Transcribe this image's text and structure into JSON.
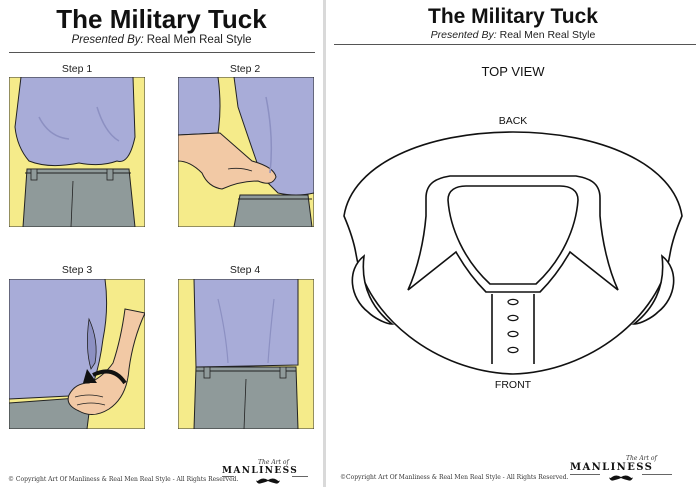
{
  "left": {
    "title": "The Military Tuck",
    "presented_label": "Presented By:",
    "presented_by": "Real Men Real Style",
    "steps": [
      {
        "label": "Step 1"
      },
      {
        "label": "Step 2"
      },
      {
        "label": "Step 3"
      },
      {
        "label": "Step 4"
      }
    ],
    "copyright": "© Copyright Art Of Manliness & Real Men Real Style - All Rights Reserved.",
    "brand": "MANLINESS",
    "brand_script": "The Art of"
  },
  "right": {
    "title": "The Military Tuck",
    "presented_label": "Presented By:",
    "presented_by": "Real Men Real Style",
    "top_view": "TOP VIEW",
    "back": "BACK",
    "front": "FRONT",
    "copyright": "©Copyright Art Of Manliness & Real Men Real Style - All Rights Reserved.",
    "brand": "MANLINESS",
    "brand_script": "The Art of"
  },
  "colors": {
    "background": "#ffffff",
    "backdrop": "#f5eb8a",
    "shirt": "#a8acd8",
    "shirt_shadow": "#8c90c2",
    "trousers": "#8f9a9a",
    "skin": "#f2c9a5"
  }
}
